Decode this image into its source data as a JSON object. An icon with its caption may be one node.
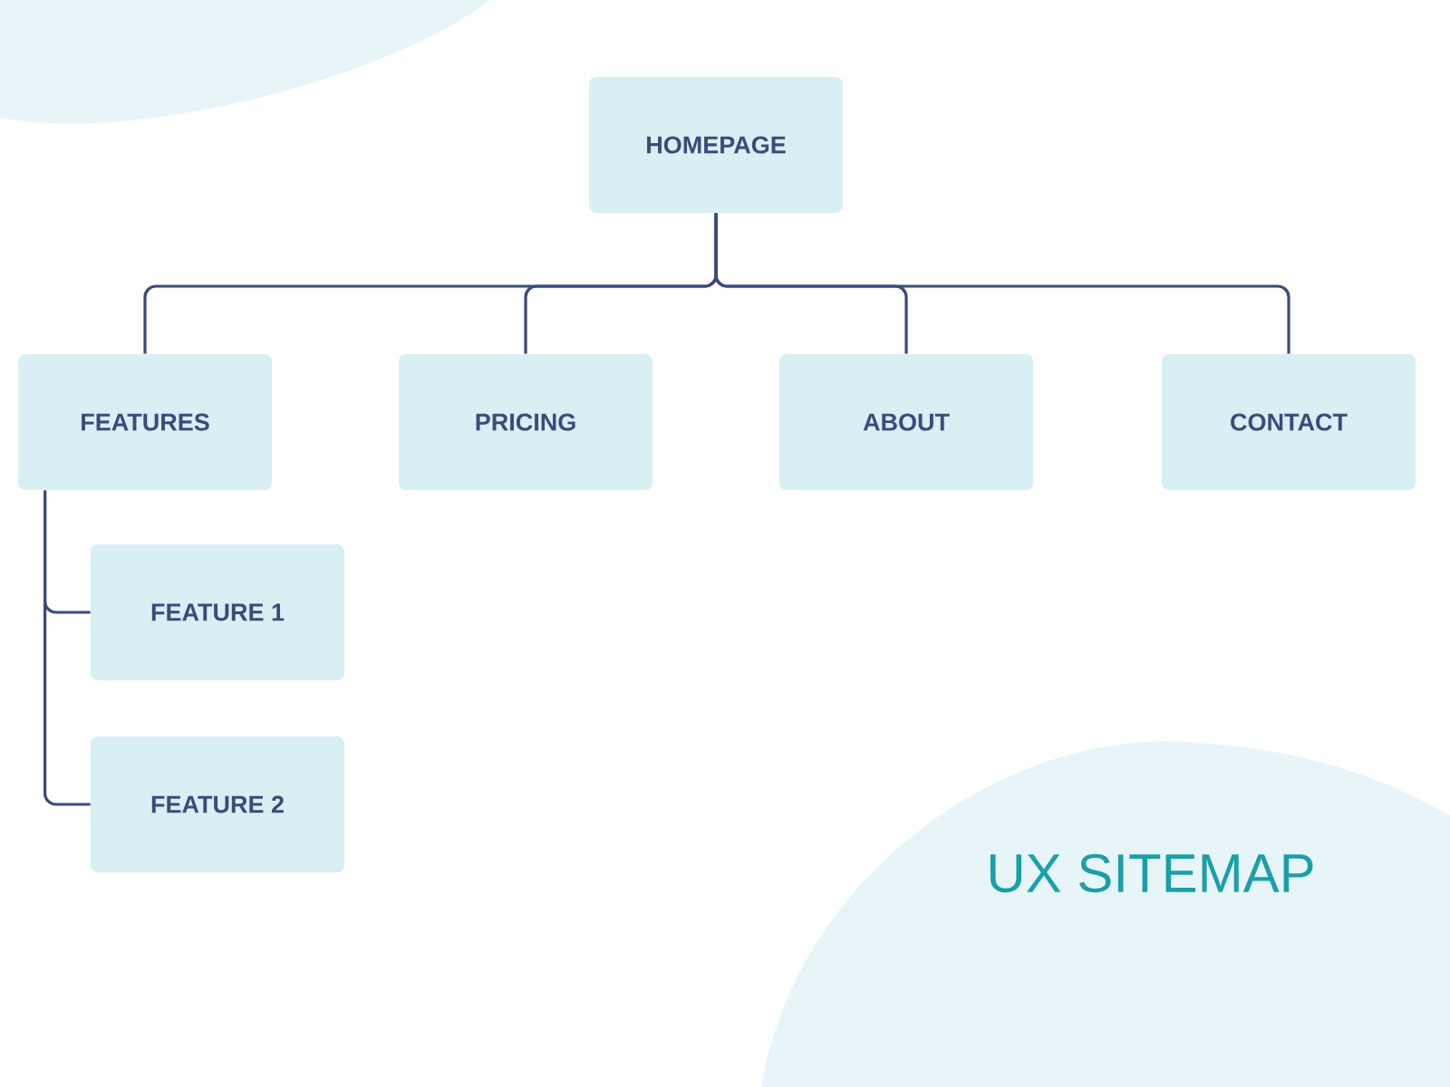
{
  "diagram": {
    "title": "UX SITEMAP",
    "nodes": [
      {
        "text": [
          "HOMEPAGE"
        ]
      },
      {
        "text": [
          "FEATURES"
        ]
      },
      {
        "text": [
          "PRICING"
        ]
      },
      {
        "text": [
          "ABOUT"
        ]
      },
      {
        "text": [
          "CONTACT"
        ]
      },
      {
        "text": [
          "FEATURE 1"
        ]
      },
      {
        "text": [
          "FEATURE 2"
        ]
      }
    ],
    "edges": [
      {
        "from": 0,
        "to": 1,
        "arrow": "none"
      },
      {
        "from": 0,
        "to": 2,
        "arrow": "none"
      },
      {
        "from": 0,
        "to": 3,
        "arrow": "none"
      },
      {
        "from": 0,
        "to": 4,
        "arrow": "none"
      },
      {
        "from": 1,
        "to": 5,
        "arrow": "none"
      },
      {
        "from": 1,
        "to": 6,
        "arrow": "none"
      }
    ]
  }
}
